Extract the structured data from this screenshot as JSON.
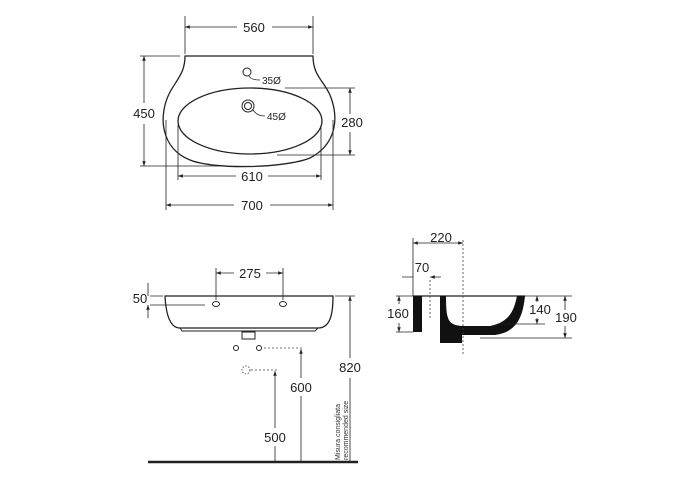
{
  "top_view": {
    "width_top": "560",
    "depth": "450",
    "bowl_depth": "280",
    "bowl_width": "610",
    "overall_width": "700",
    "tap_hole": "35Ø",
    "drain_hole": "45Ø"
  },
  "front_view": {
    "tap_spacing": "275",
    "tap_height": "50",
    "install_height": "820",
    "supply_height": "600",
    "waste_height": "500",
    "note_it": "Misura consigliata",
    "note_en": "recommended size"
  },
  "side_view": {
    "projection": "220",
    "wall_offset": "70",
    "rim_height": "160",
    "bowl_height": "140",
    "total_height": "190"
  }
}
